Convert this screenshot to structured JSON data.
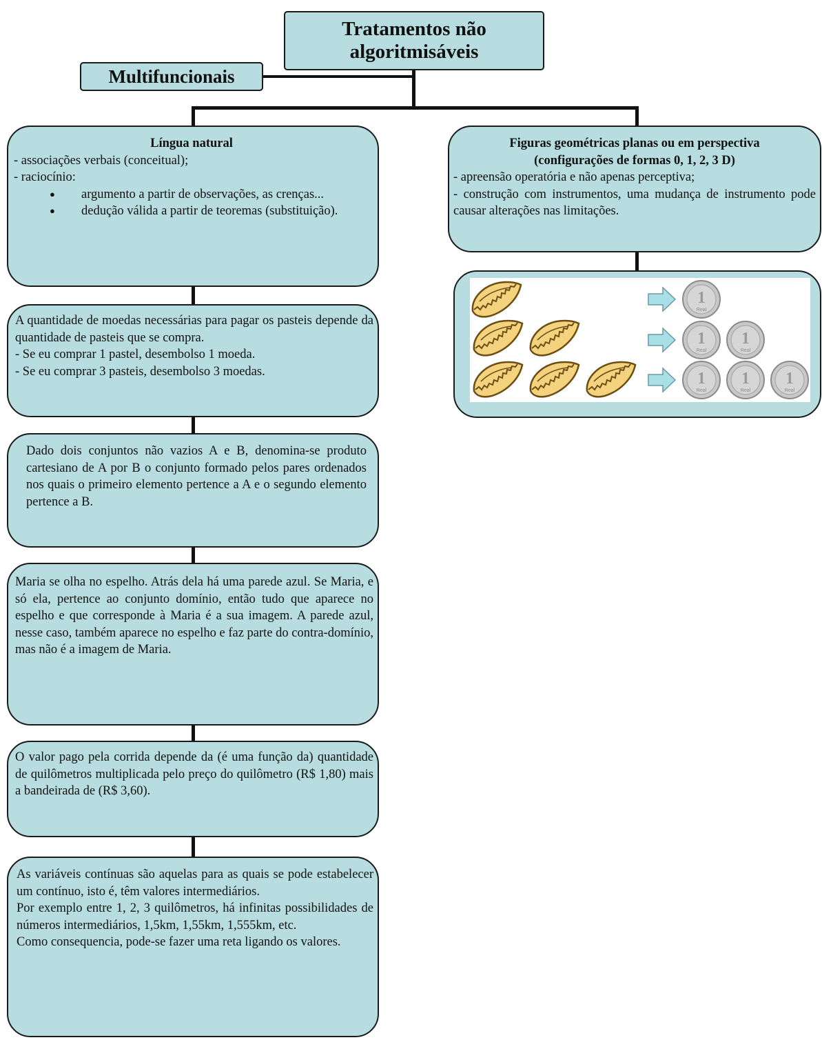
{
  "root": {
    "line1": "Tratamentos não",
    "line2": "algoritmisáveis"
  },
  "multifuncionais": "Multifuncionais",
  "lingua_natural": {
    "title": "Língua natural",
    "line1": "- associações verbais (conceitual);",
    "line2": "- raciocínio:",
    "bullets": [
      "argumento a partir de observações, as crenças...",
      "dedução válida a partir de teoremas (substituição)."
    ]
  },
  "figuras": {
    "title1": "Figuras geométricas planas ou em perspectiva",
    "title2": "(configurações de formas 0, 1, 2, 3 D)",
    "line1": "- apreensão operatória e não apenas perceptiva;",
    "line2": "- construção com instrumentos, uma mudança de instrumento pode causar alterações nas limitações."
  },
  "pasteis_box": {
    "p1": "A quantidade de moedas necessárias para pagar os pasteis depende da quantidade de pasteis que se compra.",
    "p2": "- Se eu comprar 1 pastel, desembolso 1 moeda.",
    "p3": "- Se eu comprar 3 pasteis, desembolso 3 moedas."
  },
  "cartesiano": "Dado dois conjuntos não vazios A e B, denomina-se produto cartesiano de A por B o conjunto formado pelos pares ordenados nos quais o primeiro elemento pertence a A e o segundo elemento pertence a B.",
  "maria": "Maria se olha no espelho. Atrás dela há uma parede azul. Se Maria, e só ela, pertence ao conjunto domínio, então tudo que aparece no espelho e que corresponde à Maria é a sua imagem. A parede azul, nesse caso, também aparece no espelho e faz parte do contra-domínio, mas não é a imagem de Maria.",
  "corrida": "O valor pago pela corrida depende da (é uma função da) quantidade de quilômetros multiplicada pelo preço do quilômetro (R$ 1,80) mais a bandeirada de (R$ 3,60).",
  "continuas": {
    "p1": "As variáveis contínuas são aquelas para as quais se pode estabelecer um contínuo, isto é, têm valores intermediários.",
    "p2": "Por exemplo entre 1, 2, 3 quilômetros, há infinitas possibilidades de números intermediários, 1,5km, 1,55km, 1,555km, etc.",
    "p3": "Como consequencia, pode-se fazer uma reta ligando os valores."
  },
  "coin": {
    "number": "1",
    "text": "Real"
  },
  "colors": {
    "box_fill": "#b7dde0",
    "pastel": "#f4d27e",
    "coin": "#c8c8c8",
    "arrow": "#a9dfe6"
  }
}
